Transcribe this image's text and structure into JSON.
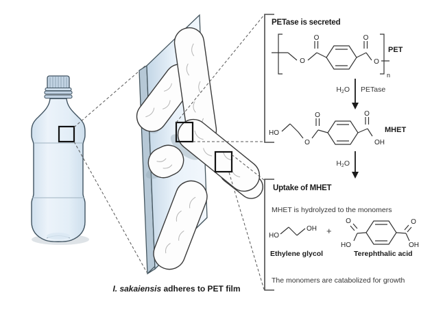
{
  "caption": {
    "species": "I. sakaiensis",
    "rest": " adheres to PET film"
  },
  "secretion": {
    "title": "PETase is secreted",
    "polymer_label": "PET",
    "repeat_subscript": "n",
    "enzyme": "PETase",
    "product_label": "MHET"
  },
  "uptake": {
    "title": "Uptake of MHET",
    "subtitle": "MHET is hydrolyzed to the monomers",
    "monomer1": "Ethylene glycol",
    "monomer2": "Terephthalic acid",
    "footer": "The monomers are catabolized for growth"
  },
  "chem": {
    "o": "O",
    "ho": "HO",
    "oh": "OH",
    "plus": "+",
    "water_h": "H",
    "water_sub": "2",
    "water_o": "O"
  },
  "colors": {
    "bottle_fill": "#dfeaf4",
    "film_face": "#e2eef8",
    "film_edge": "#b6c8d6",
    "outline": "#45565f"
  }
}
